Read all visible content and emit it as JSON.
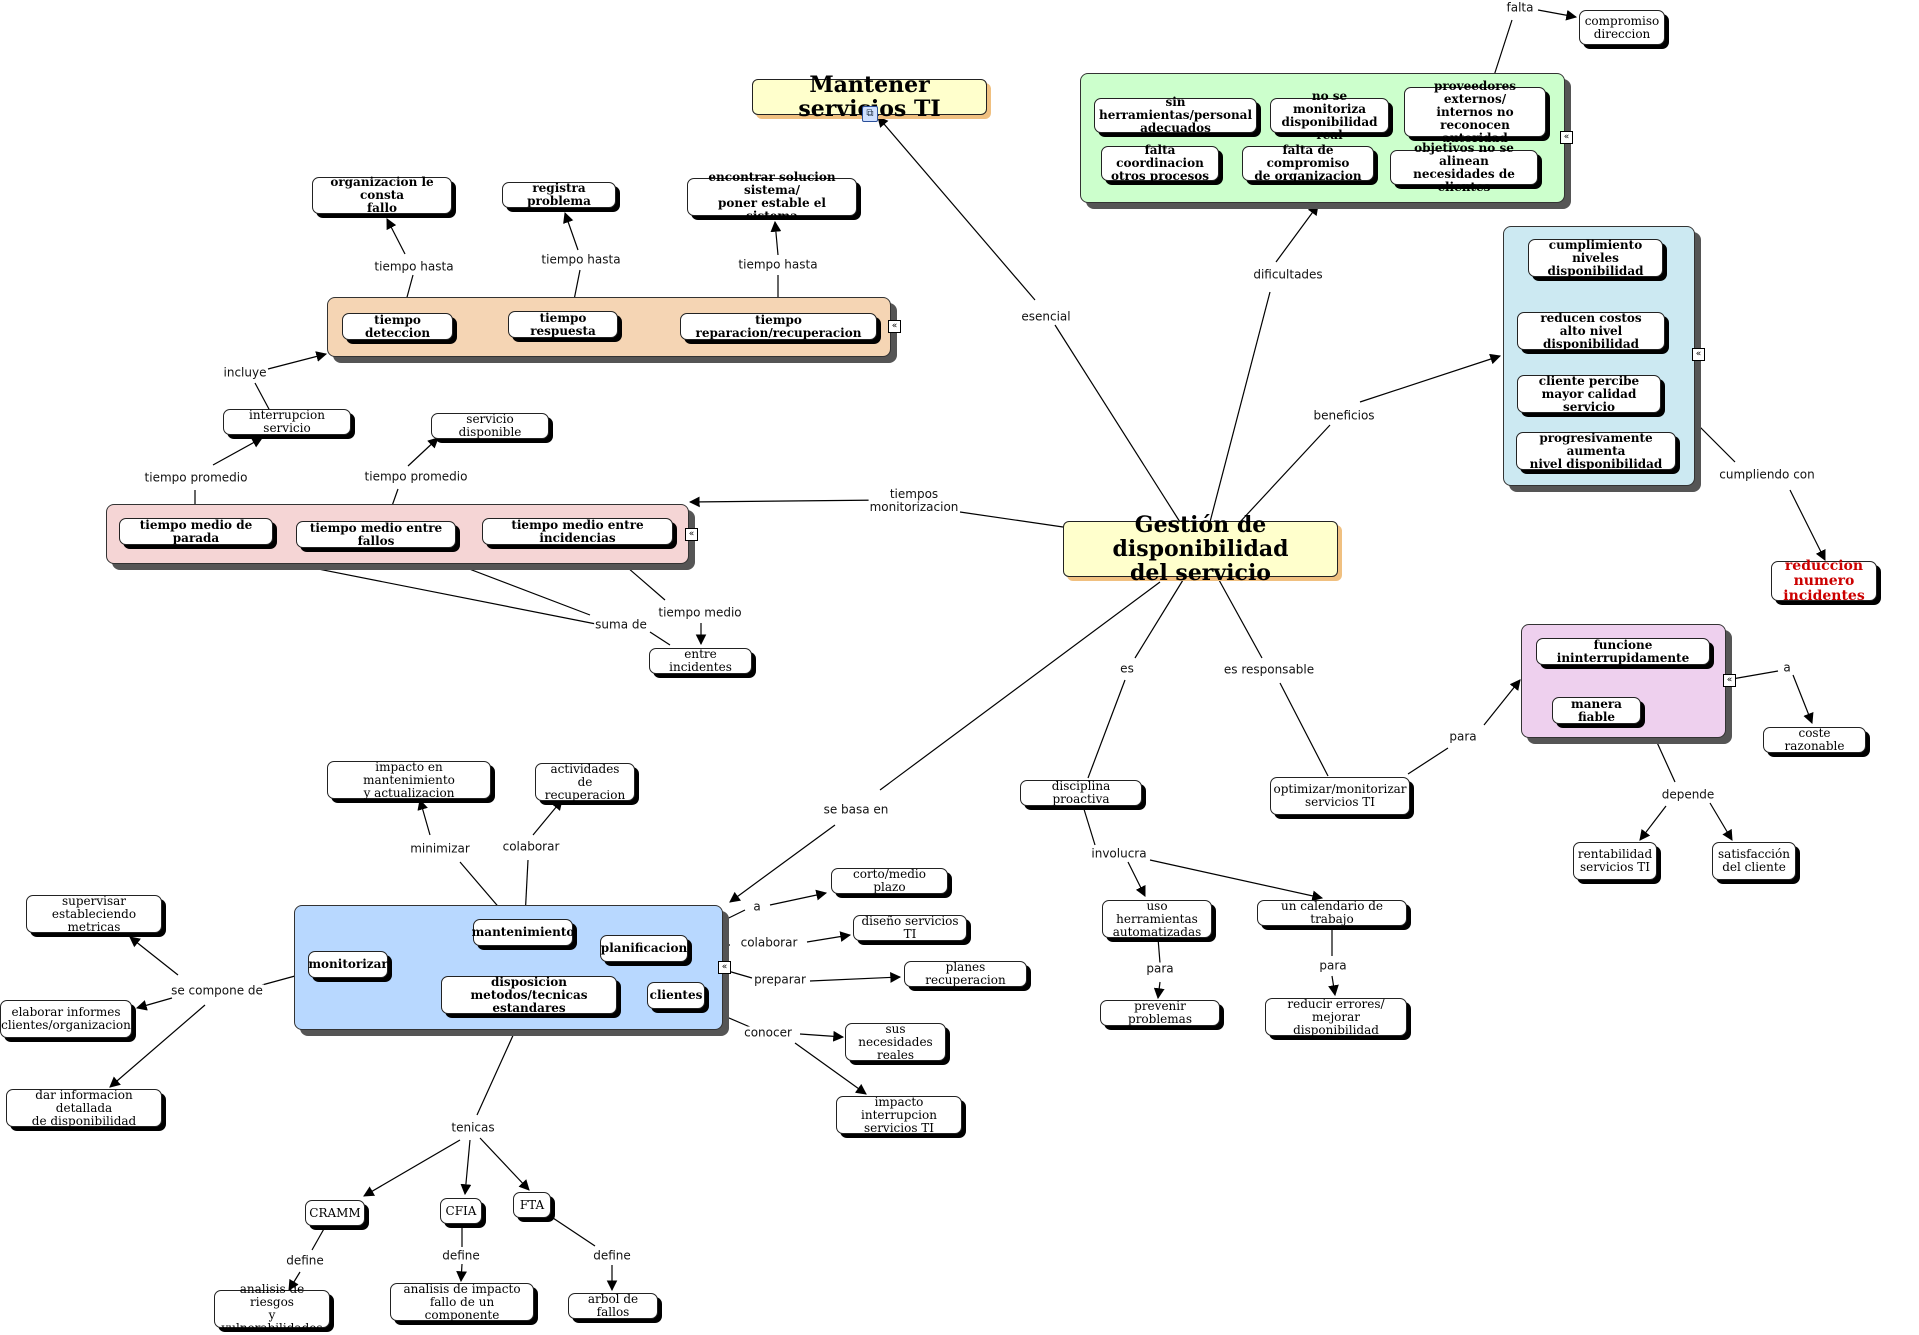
{
  "main": {
    "title": "Gestión de disponibilidad\ndel servicio",
    "mantener": "Mantener servicios TI"
  },
  "groups": {
    "dificultades": {
      "color": "#ccffcc",
      "items": [
        "sin herramientas/personal\nadecuados",
        "no se monitoriza\ndisponibilidad real",
        "proveedores externos/\ninternos no reconocen\nautoridad",
        "falta coordinacion\notros procesos",
        "falta de compromiso\nde organizacion",
        "objetivos no se alinean\nnecesidades de clientes"
      ]
    },
    "beneficios": {
      "color": "#cce9f2",
      "items": [
        "cumplimiento niveles\ndisponibilidad",
        "reducen costos\nalto nivel disponibilidad",
        "cliente percibe\nmayor calidad servicio",
        "progresivamente aumenta\nnivel disponibilidad"
      ]
    },
    "tiempos": {
      "color": "#f5d5b4",
      "items": [
        "tiempo deteccion",
        "tiempo respuesta",
        "tiempo reparacion/recuperacion"
      ]
    },
    "medios": {
      "color": "#f5d5d5",
      "items": [
        "tiempo medio de parada",
        "tiempo medio entre fallos",
        "tiempo medio entre incidencias"
      ]
    },
    "funcione": {
      "color": "#eed0ee",
      "items": [
        "funcione ininterrupidamente",
        "manera fiable"
      ]
    },
    "basa": {
      "color": "#b8d8ff",
      "items": [
        "mantenimiento",
        "planificacion",
        "monitorizar",
        "disposicion\nmetodos/tecnicas estandares",
        "clientes"
      ]
    }
  },
  "nodes": {
    "compromiso": "compromiso\ndireccion",
    "org_fallo": "organizacion le consta\nfallo",
    "registra": "registra problema",
    "encontrar": "encontrar solucion sistema/\nponer estable el sistema",
    "interrupcion": "interrupcion servicio",
    "servicio_disp": "servicio disponible",
    "entre_inc": "entre incidentes",
    "reduccion": "reduccion numero\nincidentes",
    "coste": "coste razonable",
    "rentabilidad": "rentabilidad\nservicios TI",
    "satisfaccion": "satisfacción\ndel cliente",
    "optimizar": "optimizar/monitorizar\nservicios TI",
    "disciplina": "disciplina proactiva",
    "uso_herr": "uso herramientas\nautomatizadas",
    "calendario": "un calendario de trabajo",
    "prevenir": "prevenir problemas",
    "reducir_err": "reducir errores/\nmejorar disponibilidad",
    "impacto_mant": "impacto en mantenimiento\ny actualizacion",
    "actividades": "actividades\nde recuperacion",
    "corto": "corto/medio plazo",
    "diseno": "diseño servicios TI",
    "planes": "planes recuperacion",
    "sus_nec": "sus necesidades\nreales",
    "impacto_int": "impacto interrupcion\nservicios TI",
    "supervisar": "supervisar\nestableciendo metricas",
    "elaborar": "elaborar informes\nclientes/organizacion",
    "dar_info": "dar informacion detallada\nde disponibilidad",
    "cramm": "CRAMM",
    "cfia": "CFIA",
    "fta": "FTA",
    "analisis_riesgos": "analisis de riesgos\ny vulnerabilidades",
    "analisis_impacto": "analisis de impacto\nfallo de un componente",
    "arbol": "arbol de fallos"
  },
  "labels": {
    "esencial": "esencial",
    "dificultades": "dificultades",
    "falta": "falta",
    "beneficios": "beneficios",
    "cumpliendo": "cumpliendo con",
    "tiempos_monit": "tiempos\nmonitorizacion",
    "tiempo_hasta_1": "tiempo hasta",
    "tiempo_hasta_2": "tiempo hasta",
    "tiempo_hasta_3": "tiempo hasta",
    "incluye": "incluye",
    "tiempo_promedio_1": "tiempo promedio",
    "tiempo_promedio_2": "tiempo promedio",
    "tiempo_medio": "tiempo medio",
    "suma_de": "suma de",
    "es": "es",
    "es_responsable": "es responsable",
    "para_1": "para",
    "a_1": "a",
    "depende": "depende",
    "involucra": "involucra",
    "para_2": "para",
    "para_3": "para",
    "se_basa": "se basa en",
    "minimizar": "minimizar",
    "colaborar_1": "colaborar",
    "a_2": "a",
    "colaborar_2": "colaborar",
    "preparar": "preparar",
    "conocer": "conocer",
    "se_compone": "se compone de",
    "tenicas": "tenicas",
    "define_1": "define",
    "define_2": "define",
    "define_3": "define"
  }
}
